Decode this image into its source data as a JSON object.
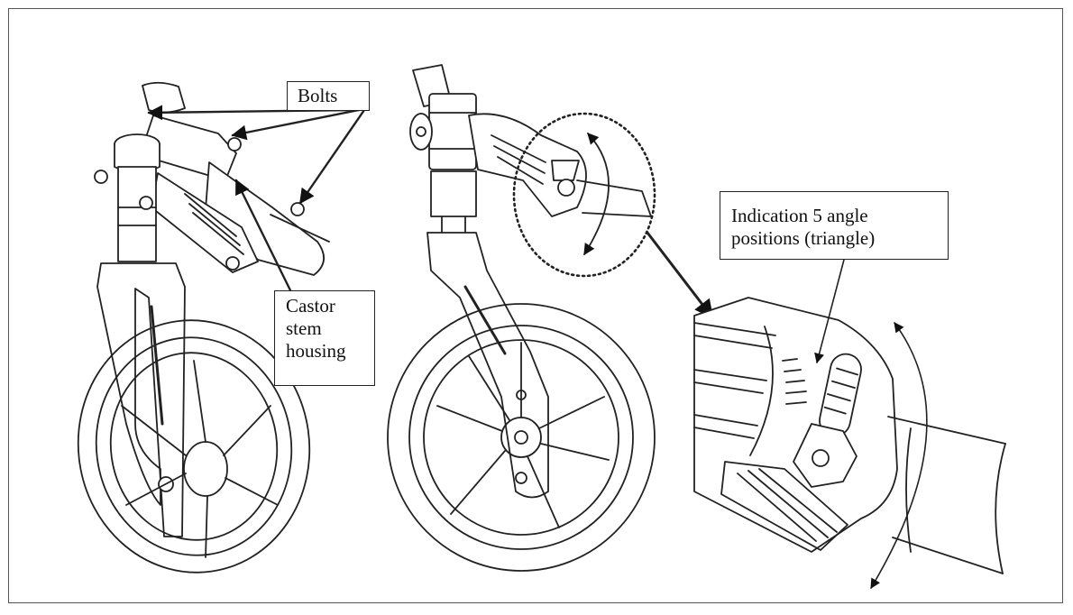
{
  "callouts": {
    "bolts": "Bolts",
    "castor_lines": [
      "Castor",
      "stem",
      "housing"
    ],
    "indication_lines": [
      "Indication 5 angle",
      "positions (triangle)"
    ]
  },
  "colors": {
    "line": "#222222",
    "paper": "#ffffff",
    "frame": "#555555"
  }
}
